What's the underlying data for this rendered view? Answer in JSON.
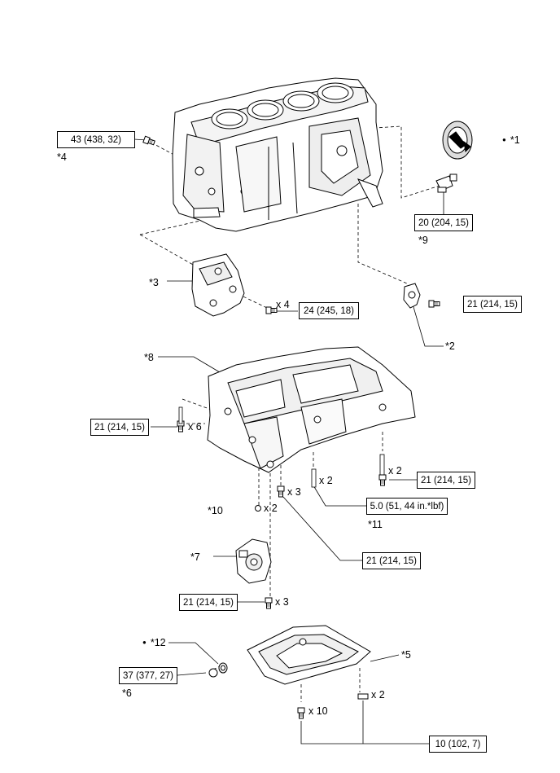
{
  "torque": {
    "t1": "43 (438, 32)",
    "t2": "20 (204, 15)",
    "t3": "24 (245, 18)",
    "t4": "21 (214, 15)",
    "t5": "21 (214, 15)",
    "t6": "21 (214, 15)",
    "t7": "5.0 (51, 44 in.*lbf)",
    "t8": "21 (214, 15)",
    "t9": "21 (214, 15)",
    "t10": "37 (377, 27)",
    "t11": "10 (102, 7)"
  },
  "callouts": {
    "c1": "*1",
    "c2": "*2",
    "c3": "*3",
    "c4": "*4",
    "c5": "*5",
    "c6": "*6",
    "c7": "*7",
    "c8": "*8",
    "c9": "*9",
    "c10": "*10",
    "c11": "*11",
    "c12": "*12"
  },
  "quantities": {
    "q_bracket_bolts": "x 4",
    "q_left_bolts": "x 6",
    "q_right_studs": "x 2",
    "q_center_studs": "x 2",
    "q_center_bolts": "x 3",
    "q_orings": "x 2",
    "q_pump_bolts": "x 3",
    "q_pan_nuts": "x 2",
    "q_pan_bolts": "x 10"
  },
  "icons": {
    "dot": "filled-circle-new-part-icon"
  }
}
